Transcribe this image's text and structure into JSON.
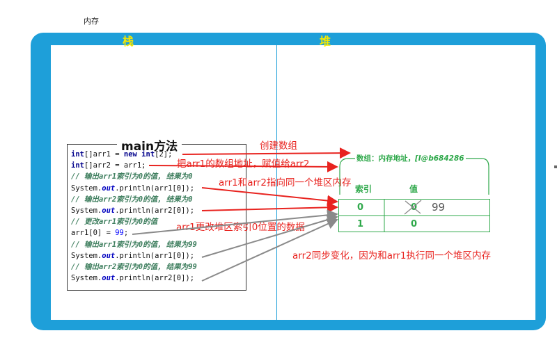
{
  "page": {
    "title": "内存"
  },
  "regions": {
    "stack_label": "栈",
    "heap_label": "堆"
  },
  "main_box": {
    "title": "main方法",
    "lines": [
      {
        "kind": "code",
        "parts": [
          {
            "t": "int",
            "c": "kw"
          },
          {
            "t": "[]arr1 = "
          },
          {
            "t": "new",
            "c": "kw"
          },
          {
            "t": " "
          },
          {
            "t": "int",
            "c": "kw"
          },
          {
            "t": "[2];"
          }
        ]
      },
      {
        "kind": "code",
        "parts": [
          {
            "t": "int",
            "c": "kw"
          },
          {
            "t": "[]arr2 = arr1;"
          }
        ]
      },
      {
        "kind": "comment",
        "parts": [
          {
            "t": "// 输出arr1索引为0的值, 结果为0",
            "c": "cm"
          }
        ]
      },
      {
        "kind": "code",
        "parts": [
          {
            "t": "System."
          },
          {
            "t": "out",
            "c": "fld"
          },
          {
            "t": ".println(arr1[0]);"
          }
        ]
      },
      {
        "kind": "comment",
        "parts": [
          {
            "t": "// 输出arr2索引为0的值, 结果为0",
            "c": "cm"
          }
        ]
      },
      {
        "kind": "code",
        "parts": [
          {
            "t": "System."
          },
          {
            "t": "out",
            "c": "fld"
          },
          {
            "t": ".println(arr2[0]);"
          }
        ]
      },
      {
        "kind": "comment",
        "parts": [
          {
            "t": "// 更改arr1索引为0的值",
            "c": "cm"
          }
        ]
      },
      {
        "kind": "code",
        "parts": [
          {
            "t": "arr1[0] = "
          },
          {
            "t": "99",
            "c": "num"
          },
          {
            "t": ";"
          }
        ]
      },
      {
        "kind": "comment",
        "parts": [
          {
            "t": "// 输出arr1索引为0的值, 结果为99",
            "c": "cm"
          }
        ]
      },
      {
        "kind": "code",
        "parts": [
          {
            "t": "System."
          },
          {
            "t": "out",
            "c": "fld"
          },
          {
            "t": ".println(arr1[0]);"
          }
        ]
      },
      {
        "kind": "comment",
        "parts": [
          {
            "t": "// 输出arr2索引为0的值, 结果为99",
            "c": "cm"
          }
        ]
      },
      {
        "kind": "code",
        "parts": [
          {
            "t": "System."
          },
          {
            "t": "out",
            "c": "fld"
          },
          {
            "t": ".println(arr2[0]);"
          }
        ]
      }
    ]
  },
  "annotations": {
    "create_array": "创建数组",
    "assign_address": "把arr1的数组地址，赋值给arr2",
    "same_heap": "arr1和arr2指向同一个堆区内存",
    "modify_value": "arr1更改堆区索引0位置的数据",
    "sync_change": "arr2同步变化，因为和arr1执行同一个堆区内存"
  },
  "heap": {
    "title_prefix": "数组：内存地址，",
    "address": "[I@b684286",
    "col_index": "索引",
    "col_value": "值",
    "rows": [
      {
        "index": "0",
        "value": "0",
        "new_value": "99"
      },
      {
        "index": "1",
        "value": "0"
      }
    ]
  },
  "colors": {
    "frame": "#1e9fd9",
    "region_label": "#f5e800",
    "heap_green": "#2ea84a",
    "arrow_red": "#e8231f",
    "arrow_gray": "#8a8a8a"
  }
}
